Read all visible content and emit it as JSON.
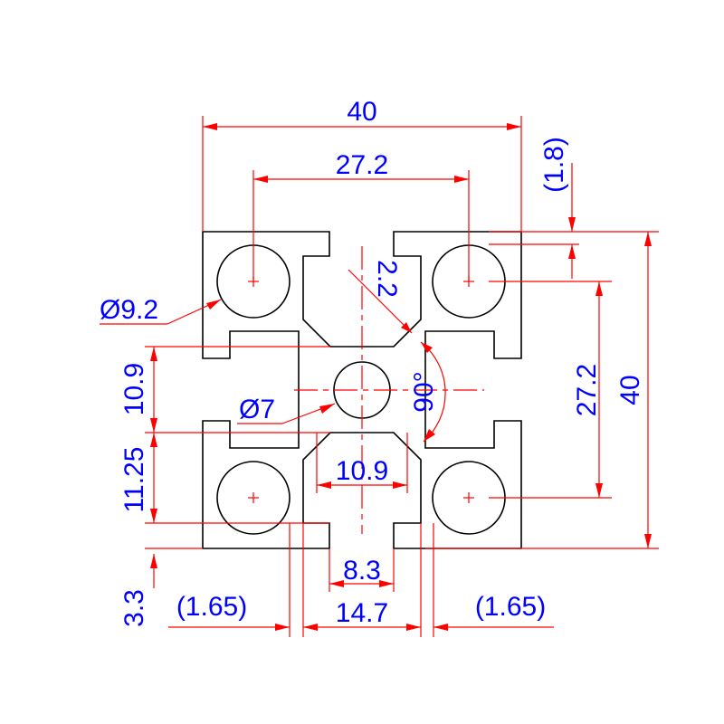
{
  "colors": {
    "profile": "#000000",
    "dimension": "#ff0000",
    "text": "#0000ff",
    "background": "#ffffff"
  },
  "dimensions": {
    "overall_width": "40",
    "bolt_spacing_h": "27.2",
    "offset_top": "(1.8)",
    "overall_height": "40",
    "bolt_spacing_v": "27.2",
    "hole_diameter": "Ø9.2",
    "web_thickness": "2.2",
    "center_hole": "Ø7",
    "angle": "90°",
    "core_width": "10.9",
    "left_core": "10.9",
    "left_slot": "11.25",
    "lip_height": "3.3",
    "slot_opening": "8.3",
    "slot_width": "14.7",
    "lip_left": "(1.65)",
    "lip_right": "(1.65)"
  }
}
